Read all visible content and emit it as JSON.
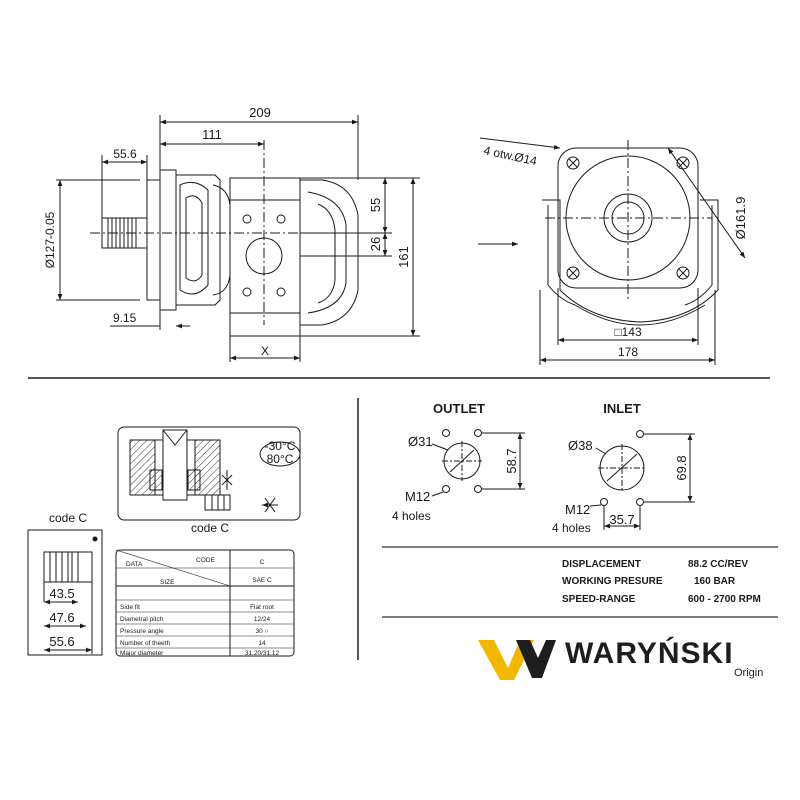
{
  "side_view": {
    "overall_length": "209",
    "center_offset": "111",
    "shaft_length": "55.6",
    "pilot_diameter": "Ø127-0.05",
    "upper_height": "55",
    "port_offset": "26",
    "overall_height": "161",
    "flange_thickness": "9.15",
    "x_dimension": "X"
  },
  "front_view": {
    "mount_holes": "4 otw.Ø14",
    "bolt_circle": "Ø161.9",
    "flange_square": "□143",
    "overall_width": "178"
  },
  "seal_detail": {
    "temperature_low": "-30°C",
    "temperature_high": "80°C",
    "caption": "code C"
  },
  "shaft_detail": {
    "caption": "code C",
    "dim_a": "43.5",
    "dim_b": "47.6",
    "dim_c": "55.6"
  },
  "spline_table": {
    "header_code": "CODE",
    "header_data": "DATA",
    "header_size": "SIZE",
    "code_value": "C",
    "size_value": "SAE  C",
    "rows": [
      {
        "label": "Side  fit",
        "value": "Flat  root"
      },
      {
        "label": "Diametral   pitch",
        "value": "12/24"
      },
      {
        "label": "Pressure    angle",
        "value": "30 ○"
      },
      {
        "label": "Number   of  theeth",
        "value": "14"
      },
      {
        "label": "Major    diameter",
        "value": "31.20/31.12"
      }
    ]
  },
  "outlet": {
    "title": "OUTLET",
    "port_diameter": "Ø31",
    "spacing": "58.7",
    "thread": "M12",
    "holes": "4 holes"
  },
  "inlet": {
    "title": "INLET",
    "port_diameter": "Ø38",
    "spacing_v": "69.8",
    "spacing_h": "35.7",
    "thread": "M12",
    "holes": "4 holes"
  },
  "specs": [
    {
      "label": "DISPLACEMENT",
      "value": "88.2 CC/REV"
    },
    {
      "label": "WORKING PRESURE",
      "value": "160 BAR"
    },
    {
      "label": "SPEED-RANGE",
      "value": "600 - 2700  RPM"
    }
  ],
  "brand": {
    "name": "WARYŃSKI",
    "tagline": "Origin",
    "colors": {
      "accent": "#f2b800",
      "dark": "#1e1e1e"
    }
  }
}
